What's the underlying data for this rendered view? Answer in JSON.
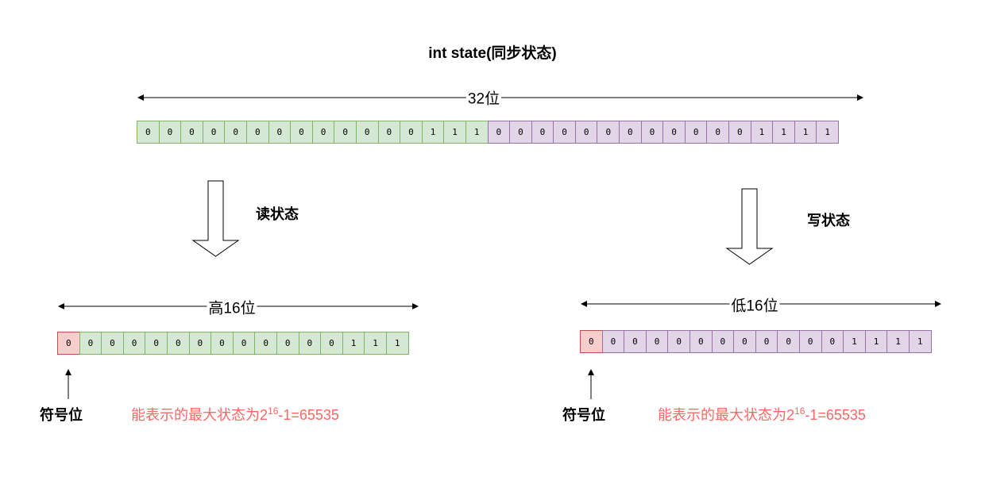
{
  "title": "int state(同步状态)",
  "top": {
    "span_label": "32位",
    "high_bits": [
      "0",
      "0",
      "0",
      "0",
      "0",
      "0",
      "0",
      "0",
      "0",
      "0",
      "0",
      "0",
      "0",
      "1",
      "1",
      "1"
    ],
    "low_bits": [
      "0",
      "0",
      "0",
      "0",
      "0",
      "0",
      "0",
      "0",
      "0",
      "0",
      "0",
      "0",
      "1",
      "1",
      "1",
      "1"
    ]
  },
  "read": {
    "label": "读状态",
    "span_label": "高16位",
    "sign_bit": "0",
    "bits": [
      "0",
      "0",
      "0",
      "0",
      "0",
      "0",
      "0",
      "0",
      "0",
      "0",
      "0",
      "0",
      "1",
      "1",
      "1"
    ],
    "sign_label": "符号位",
    "max_text": "能表示的最大状态为2",
    "exp": "16",
    "max_suffix": "-1=65535"
  },
  "write": {
    "label": "写状态",
    "span_label": "低16位",
    "sign_bit": "0",
    "bits": [
      "0",
      "0",
      "0",
      "0",
      "0",
      "0",
      "0",
      "0",
      "0",
      "0",
      "0",
      "1",
      "1",
      "1",
      "1"
    ],
    "sign_label": "符号位",
    "max_text": "能表示的最大状态为2",
    "exp": "16",
    "max_suffix": "-1=65535"
  }
}
